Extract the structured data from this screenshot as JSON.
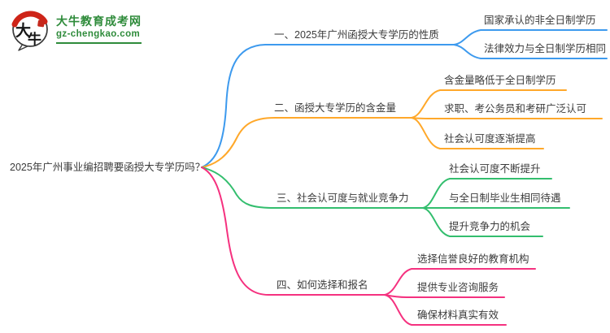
{
  "site": {
    "logo_char1": "大",
    "logo_char2": "牛",
    "name": "大牛教育成考网",
    "domain": "gz-chengkao.com",
    "brand_green": "#2e8b3a",
    "logo_red": "#ce2418"
  },
  "colors": {
    "text": "#3b3b3b",
    "branch1_blue": "#3d9aee",
    "branch2_orange": "#ffa82a",
    "branch3_green": "#33be6e",
    "branch4_pink": "#f5317f"
  },
  "map": {
    "root": "2025年广州事业编招聘要函授大专学历吗？",
    "branches": [
      {
        "label": "一、2025年广州函授大专学历的性质",
        "color": "#3d9aee",
        "children": [
          "国家承认的非全日制学历",
          "法律效力与全日制学历相同"
        ]
      },
      {
        "label": "二、函授大专学历的含金量",
        "color": "#ffa82a",
        "children": [
          "含金量略低于全日制学历",
          "求职、考公务员和考研广泛认可",
          "社会认可度逐渐提高"
        ]
      },
      {
        "label": "三、社会认可度与就业竞争力",
        "color": "#33be6e",
        "children": [
          "社会认可度不断提升",
          "与全日制毕业生相同待遇",
          "提升竞争力的机会"
        ]
      },
      {
        "label": "四、如何选择和报名",
        "color": "#f5317f",
        "children": [
          "选择信誉良好的教育机构",
          "提供专业咨询服务",
          "确保材料真实有效"
        ]
      }
    ]
  }
}
